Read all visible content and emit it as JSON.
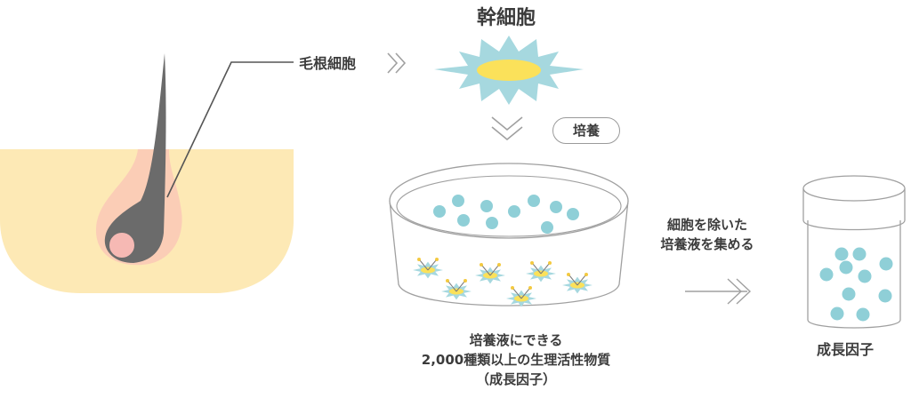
{
  "title": "幹細胞",
  "hair_cell_label": "毛根細胞",
  "culture_label": "培養",
  "remove_cells_line1": "細胞を除いた",
  "remove_cells_line2": "培養液を集める",
  "medium_line1": "培養液にできる",
  "medium_line2": "2,000種類以上の生理活性物質",
  "medium_line3": "（成長因子）",
  "growth_factor_label": "成長因子",
  "colors": {
    "skin": "#fde9b5",
    "follicle": "#fbcdb6",
    "hair": "#6b6b6b",
    "bulb": "#f6b9b4",
    "star": "#a6d8df",
    "nucleus": "#fbe15a",
    "dot": "#8fcfd7",
    "line": "#a0a0a0",
    "arrow_small": "#f3c940"
  }
}
